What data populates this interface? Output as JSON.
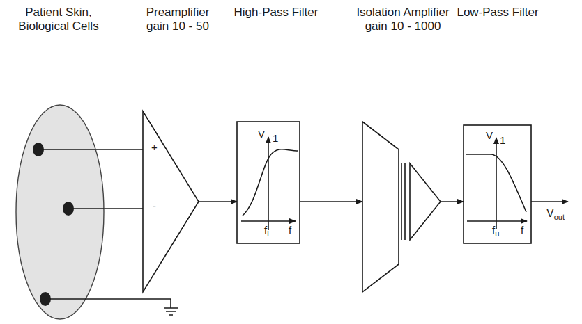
{
  "diagram": {
    "nodes": [
      {
        "text": [
          "Patient Skin, Biological Cells"
        ]
      },
      {
        "text": [
          "Preamplifier gain 10 - 50"
        ]
      },
      {
        "text": [
          "High-Pass Filter"
        ]
      },
      {
        "text": [
          "Isolation Amplifier gain 10 - 1000"
        ]
      },
      {
        "text": [
          "Low-Pass Filter"
        ]
      }
    ],
    "edges": [
      {
        "from": 0,
        "to": 1,
        "arrow": "none"
      },
      {
        "from": 0,
        "to": 1,
        "arrow": "none"
      },
      {
        "from": 1,
        "to": 2,
        "arrow": "to"
      },
      {
        "from": 2,
        "to": 3,
        "arrow": "to"
      },
      {
        "from": 3,
        "to": 4,
        "arrow": "to"
      }
    ],
    "labels": [
      "+",
      "-",
      "V",
      "1",
      "fl",
      "f",
      "V",
      "1",
      "fu",
      "f",
      "Vout"
    ]
  }
}
